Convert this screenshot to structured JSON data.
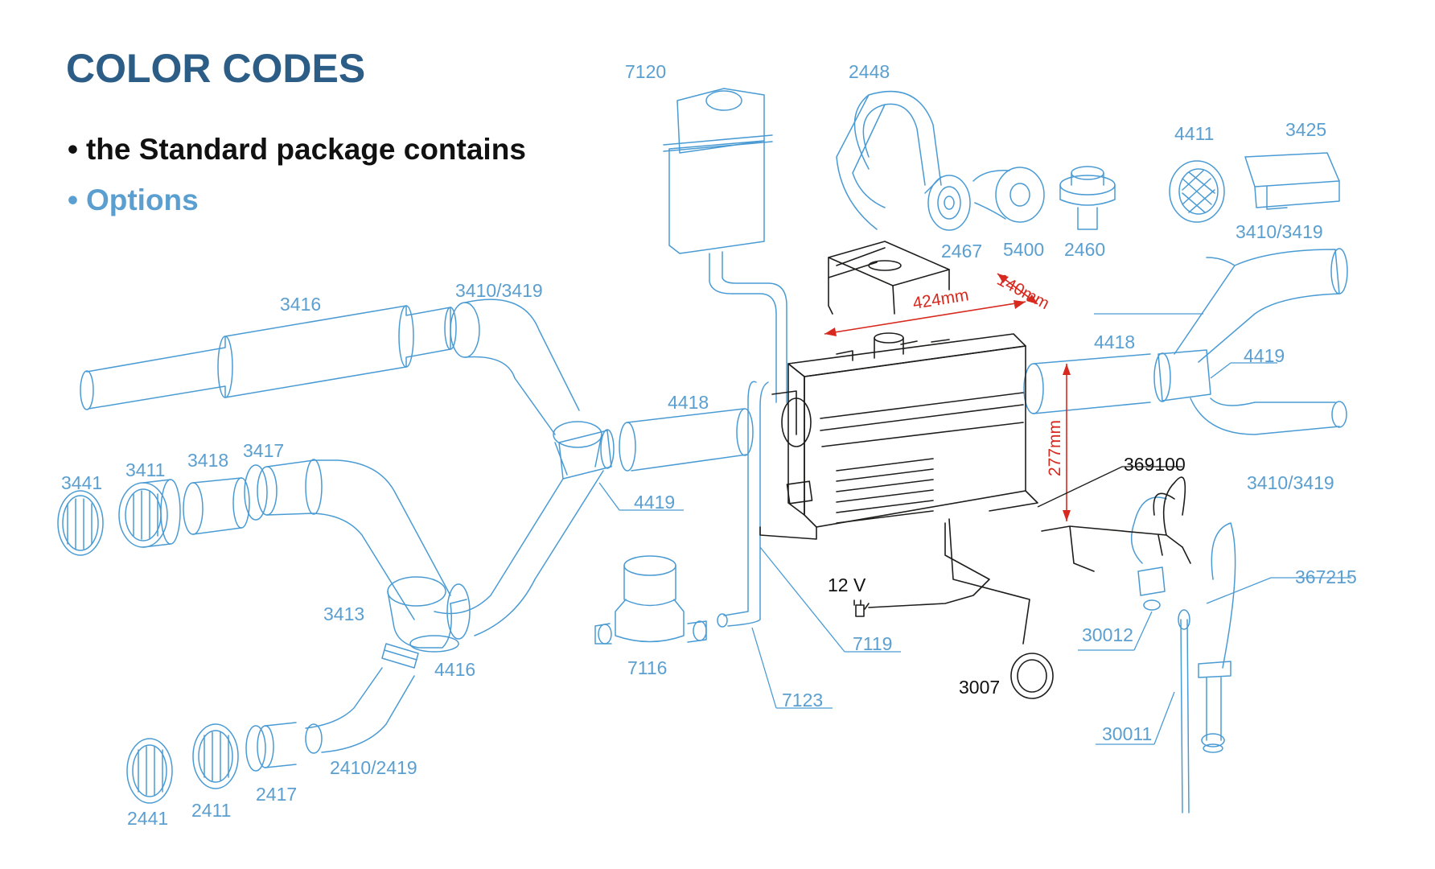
{
  "colors": {
    "title": "#2c5d86",
    "standard": "#111111",
    "option": "#4a9bd4",
    "option_label": "#5b9fd0",
    "dimension": "#d8291f"
  },
  "legend": {
    "title": "COLOR CODES",
    "standard": "the Standard package contains",
    "options": "Options"
  },
  "parts": [
    {
      "number": "7120",
      "package": "option"
    },
    {
      "number": "2448",
      "package": "option"
    },
    {
      "number": "4411",
      "package": "option"
    },
    {
      "number": "3425",
      "package": "option"
    },
    {
      "number": "2467",
      "package": "option"
    },
    {
      "number": "5400",
      "package": "option"
    },
    {
      "number": "2460",
      "package": "option"
    },
    {
      "number": "3410/3419",
      "package": "option"
    },
    {
      "number": "3416",
      "package": "option"
    },
    {
      "number": "3410/3419",
      "package": "option"
    },
    {
      "number": "4418",
      "package": "option"
    },
    {
      "number": "4419",
      "package": "option"
    },
    {
      "number": "4418",
      "package": "option"
    },
    {
      "number": "3441",
      "package": "option"
    },
    {
      "number": "3411",
      "package": "option"
    },
    {
      "number": "3418",
      "package": "option"
    },
    {
      "number": "3417",
      "package": "option"
    },
    {
      "number": "4419",
      "package": "option"
    },
    {
      "number": "369100",
      "package": "standard"
    },
    {
      "number": "3410/3419",
      "package": "option"
    },
    {
      "number": "12 V",
      "package": "standard"
    },
    {
      "number": "367215",
      "package": "option"
    },
    {
      "number": "3413",
      "package": "option"
    },
    {
      "number": "4416",
      "package": "option"
    },
    {
      "number": "7116",
      "package": "option"
    },
    {
      "number": "7119",
      "package": "option"
    },
    {
      "number": "30012",
      "package": "option"
    },
    {
      "number": "3007",
      "package": "standard"
    },
    {
      "number": "7123",
      "package": "option"
    },
    {
      "number": "30011",
      "package": "option"
    },
    {
      "number": "2410/2419",
      "package": "option"
    },
    {
      "number": "2417",
      "package": "option"
    },
    {
      "number": "2411",
      "package": "option"
    },
    {
      "number": "2441",
      "package": "option"
    }
  ],
  "dimensions": {
    "width": "424mm",
    "depth": "140mm",
    "height": "277mm"
  }
}
